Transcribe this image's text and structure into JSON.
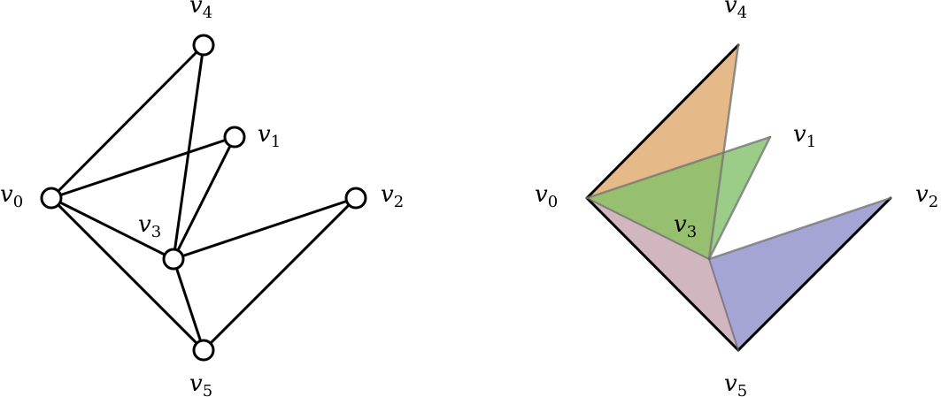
{
  "left_graph": {
    "labels": {
      "v0": "v",
      "v0_sub": "0",
      "v1": "v",
      "v1_sub": "1",
      "v2": "v",
      "v2_sub": "2",
      "v3": "v",
      "v3_sub": "3",
      "v4": "v",
      "v4_sub": "4",
      "v5": "v",
      "v5_sub": "5"
    }
  },
  "right_complex": {
    "labels": {
      "v0": "v",
      "v0_sub": "0",
      "v1": "v",
      "v1_sub": "1",
      "v2": "v",
      "v2_sub": "2",
      "v3": "v",
      "v3_sub": "3",
      "v4": "v",
      "v4_sub": "4",
      "v5": "v",
      "v5_sub": "5"
    },
    "colors": {
      "triangle_v0_v3_v4": "#e0a86c",
      "triangle_v0_v3_v1": "#83c06a",
      "triangle_v0_v3_v5": "#c9a9b4",
      "triangle_v3_v2_v5": "#9a9bcf"
    }
  }
}
